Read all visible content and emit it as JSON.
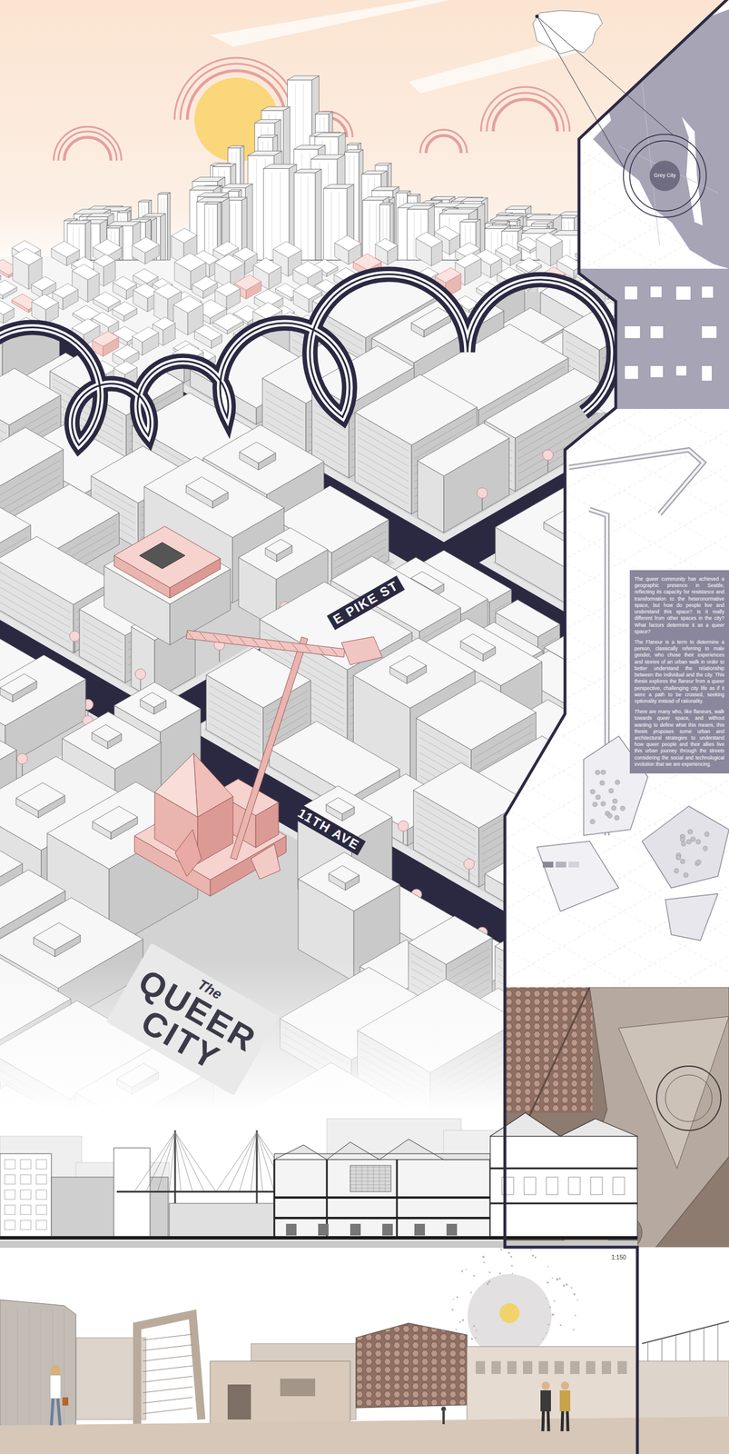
{
  "diagram": {
    "nodes": [
      {
        "text": [
          "Grey City"
        ]
      },
      {
        "text": [
          "The queer community has achieved a geographic presence in Seattle, reflecting its capacity for resistance and transformation to the heteronormative space, but how do people live and understand this space? Is it really different from other spaces in the city? What factors determine it as a queer space?",
          "The Flaneur is a term to determine a person, classically referring to male gender, who chose their experiences and stories of an urban walk in order to better understand the relationship between the individual and the city. This thesis explores the flaneur from a queer perspective, challenging city life as if it were a path to be crossed, seeking optionality instead of rationality.",
          "There are many who, like flaneurs, walk towards queer space, and without wanting to define what this means, this thesis proposes some urban and architectural strategies to understand how queer people and their allies live this urban journey through the streets considering the social and technological evolution that we are experiencing."
        ]
      }
    ],
    "labels": [
      "E PIKE ST",
      "11TH AVE",
      "The",
      "QUEER",
      "CITY",
      "1:150"
    ]
  }
}
